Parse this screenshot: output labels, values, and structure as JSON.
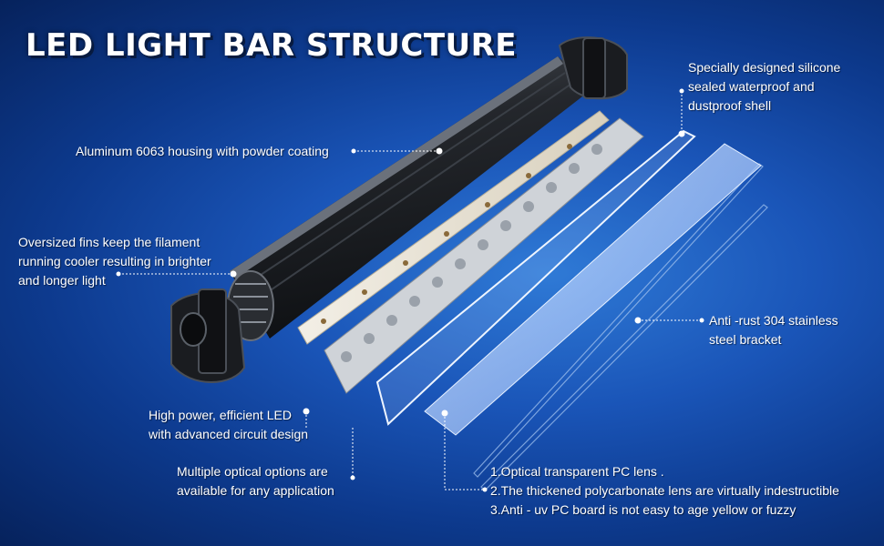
{
  "title": "LED LIGHT BAR STRUCTURE",
  "callouts": {
    "housing": {
      "lines": [
        "Aluminum 6063 housing with powder coating"
      ]
    },
    "fins": {
      "lines": [
        "Oversized fins keep the filament",
        "running cooler resulting in brighter",
        "and longer light"
      ]
    },
    "led": {
      "lines": [
        "High power, efficient LED",
        "with advanced circuit design"
      ]
    },
    "optical": {
      "lines": [
        "Multiple optical options are",
        "available for any application"
      ]
    },
    "shell": {
      "lines": [
        "Specially designed silicone",
        "sealed waterproof and",
        "dustproof shell"
      ]
    },
    "bracket": {
      "lines": [
        "Anti -rust 304 stainless",
        "steel bracket"
      ]
    },
    "lens": {
      "lines": [
        "1.Optical transparent PC lens .",
        "2.The thickened polycarbonate lens are virtually indestructible",
        "3.Anti - uv PC board is not easy to age yellow or fuzzy"
      ]
    }
  },
  "colors": {
    "background_center": "#2f7ad6",
    "background_edge": "#06225c",
    "text": "#ffffff",
    "housing": "#1c1f24",
    "lens": "#9cc2ff",
    "pcb": "#e8e2d4"
  }
}
